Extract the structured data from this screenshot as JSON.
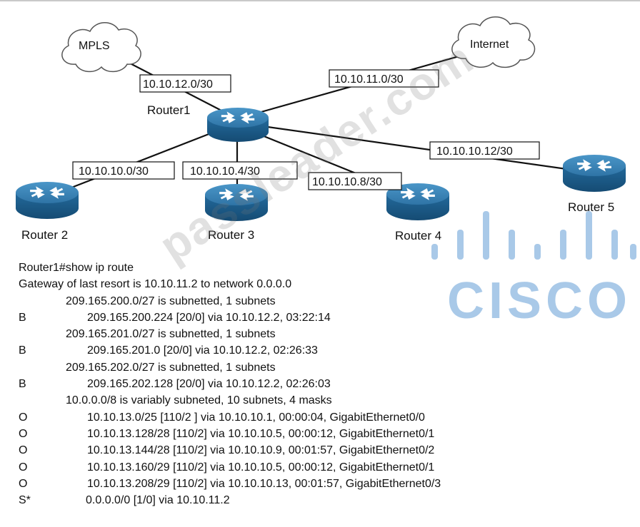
{
  "clouds": {
    "mpls": "MPLS",
    "internet": "Internet"
  },
  "routers": {
    "router1": "Router1",
    "router2": "Router 2",
    "router3": "Router 3",
    "router4": "Router 4",
    "router5": "Router 5"
  },
  "links": {
    "mpls": "10.10.12.0/30",
    "internet": "10.10.11.0/30",
    "router2": "10.10.10.0/30",
    "router3": "10.10.10.4/30",
    "router4": "10.10.10.8/30",
    "router5": "10.10.10.12/30"
  },
  "logo": {
    "text": "CISCO",
    "color": "#a9c9e8"
  },
  "watermark": "passleader.com",
  "route_output": [
    {
      "code": "",
      "text": "Router1#show ip route",
      "indent": 0
    },
    {
      "code": "",
      "text": "Gateway of last resort is 10.10.11.2 to network 0.0.0.0",
      "indent": 0
    },
    {
      "code": "",
      "text": "209.165.200.0/27 is subnetted, 1 subnets",
      "indent": 1
    },
    {
      "code": "B",
      "text": "209.165.200.224 [20/0] via 10.10.12.2, 03:22:14",
      "indent": 2
    },
    {
      "code": "",
      "text": "209.165.201.0/27 is subnetted, 1 subnets",
      "indent": 1
    },
    {
      "code": "B",
      "text": "209.165.201.0 [20/0] via 10.10.12.2, 02:26:33",
      "indent": 2
    },
    {
      "code": "",
      "text": "209.165.202.0/27 is subnetted, 1 subnets",
      "indent": 1
    },
    {
      "code": "B",
      "text": "209.165.202.128 [20/0] via 10.10.12.2, 02:26:03",
      "indent": 2
    },
    {
      "code": "",
      "text": "10.0.0.0/8 is variably subneted, 10 subnets, 4 masks",
      "indent": 1
    },
    {
      "code": "O",
      "text": "10.10.13.0/25 [110/2 ] via 10.10.10.1, 00:00:04, GigabitEthernet0/0",
      "indent": 2
    },
    {
      "code": "O",
      "text": "10.10.13.128/28 [110/2] via 10.10.10.5, 00:00:12, GigabitEthernet0/1",
      "indent": 2
    },
    {
      "code": "O",
      "text": "10.10.13.144/28 [110/2] via 10.10.10.9, 00:01:57, GigabitEthernet0/2",
      "indent": 2
    },
    {
      "code": "O",
      "text": "10.10.13.160/29 [110/2] via 10.10.10.5, 00:00:12, GigabitEthernet0/1",
      "indent": 2
    },
    {
      "code": "O",
      "text": "10.10.13.208/29 [110/2] via 10.10.10.13, 00:01:57, GigabitEthernet0/3",
      "indent": 2
    },
    {
      "code": "S*",
      "text": "0.0.0.0/0 [1/0] via 10.10.11.2",
      "indent": 3
    }
  ],
  "colors": {
    "router_top": "#3b82b4",
    "router_side": "#1f5f8f",
    "router_dark": "#174a70",
    "line": "#111111"
  }
}
